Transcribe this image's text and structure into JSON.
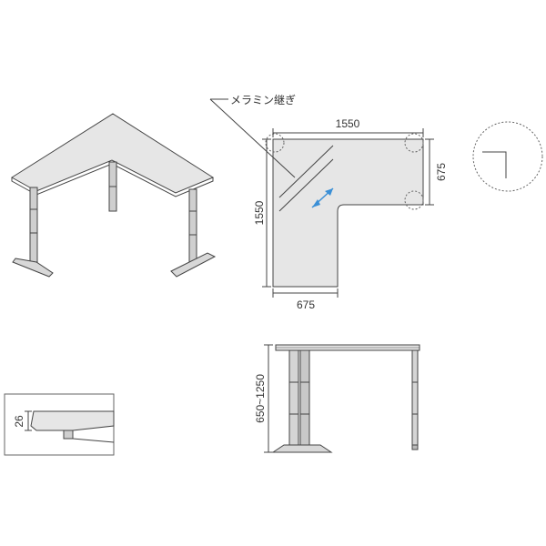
{
  "labels": {
    "material_note": "メラミン継ぎ",
    "top_width": "1550",
    "top_right_depth": "675",
    "left_length": "1550",
    "bottom_width": "675",
    "height_range": "650~1250",
    "top_thickness": "26"
  },
  "colors": {
    "line": "#444444",
    "top_fill": "#e6e6e6",
    "dashed": "#666666",
    "arrow": "#3a8fd6",
    "frame": "#555555"
  },
  "icons": [
    "perspective-desk-drawing",
    "plan-view-drawing",
    "front-elevation-drawing",
    "edge-detail-drawing",
    "corner-radius-detail"
  ]
}
